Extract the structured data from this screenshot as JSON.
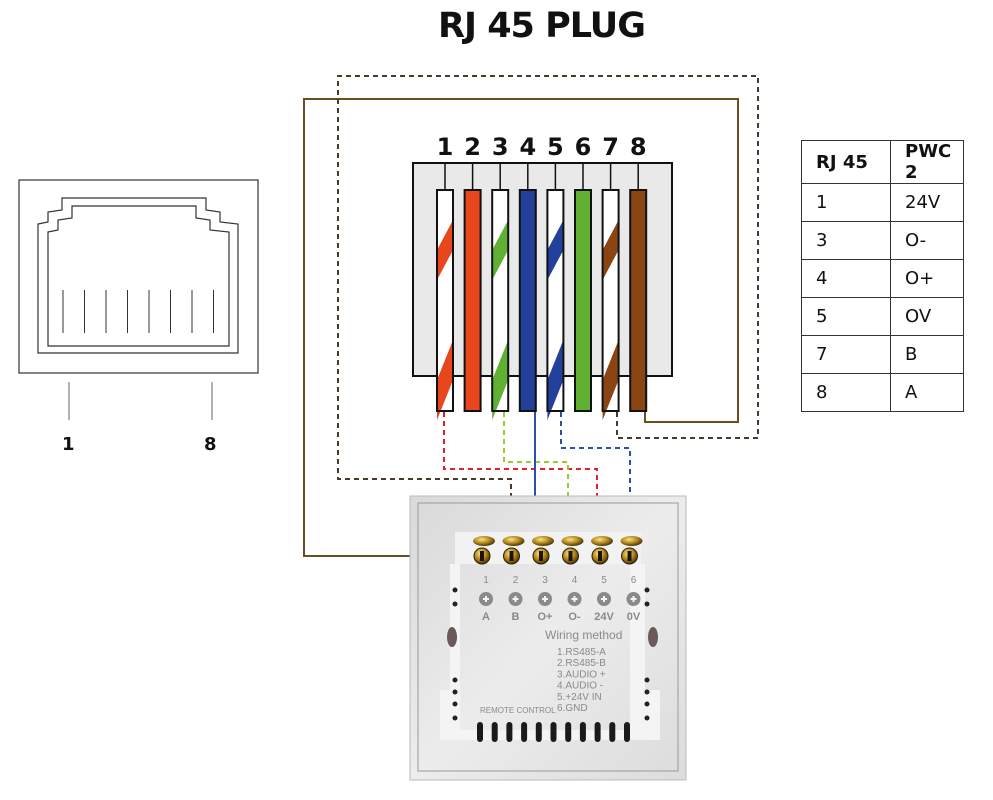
{
  "title": "RJ 45 PLUG",
  "jack": {
    "pin_count": 8,
    "left_label": "1",
    "right_label": "8"
  },
  "plug": {
    "pin_numbers": [
      "1",
      "2",
      "3",
      "4",
      "5",
      "6",
      "7",
      "8"
    ],
    "wires": [
      {
        "pin": 1,
        "color": "#e8461c",
        "striped": true
      },
      {
        "pin": 2,
        "color": "#e8461c",
        "striped": false
      },
      {
        "pin": 3,
        "color": "#5fb033",
        "striped": true
      },
      {
        "pin": 4,
        "color": "#23409a",
        "striped": false
      },
      {
        "pin": 5,
        "color": "#23409a",
        "striped": true
      },
      {
        "pin": 6,
        "color": "#5fb033",
        "striped": false
      },
      {
        "pin": 7,
        "color": "#8b4513",
        "striped": true
      },
      {
        "pin": 8,
        "color": "#8b4513",
        "striped": false
      }
    ]
  },
  "connections": [
    {
      "rj45_pin": 1,
      "terminal": 5,
      "style": "dashed",
      "color": "#e0202a"
    },
    {
      "rj45_pin": 3,
      "terminal": 4,
      "style": "dashed",
      "color": "#9acd32"
    },
    {
      "rj45_pin": 4,
      "terminal": 3,
      "style": "solid",
      "color": "#2a4fb0"
    },
    {
      "rj45_pin": 5,
      "terminal": 6,
      "style": "dashed",
      "color": "#2a4fb0"
    },
    {
      "rj45_pin": 7,
      "terminal": 2,
      "style": "dashed",
      "color": "#5a4a3a"
    },
    {
      "rj45_pin": 8,
      "terminal": 1,
      "style": "solid",
      "color": "#6b4e1e"
    }
  ],
  "table": {
    "headers": [
      "RJ 45",
      "PWC 2"
    ],
    "rows": [
      [
        "1",
        "24V"
      ],
      [
        "3",
        "O-"
      ],
      [
        "4",
        "O+"
      ],
      [
        "5",
        "OV"
      ],
      [
        "7",
        "B"
      ],
      [
        "8",
        "A"
      ]
    ]
  },
  "device": {
    "terminal_numbers": [
      "1",
      "2",
      "3",
      "4",
      "5",
      "6"
    ],
    "terminal_labels": [
      "A",
      "B",
      "O+",
      "O-",
      "24V",
      "0V"
    ],
    "wiring_heading": "Wiring method",
    "wiring_lines": [
      "1.RS485-A",
      "2.RS485-B",
      "3.AUDIO +",
      "4.AUDIO -",
      "5.+24V IN",
      "6.GND"
    ],
    "remote_label": "REMOTE CONTROL"
  }
}
